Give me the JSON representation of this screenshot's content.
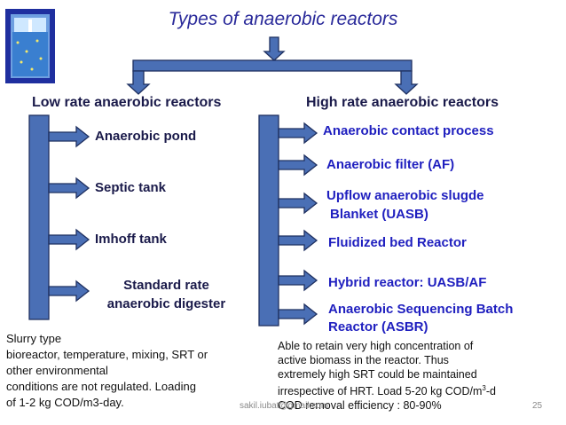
{
  "title": "Types of anaerobic reactors",
  "colors": {
    "title": "#2a2a9a",
    "arrow_fill": "#4a6fb5",
    "arrow_stroke": "#1f3060",
    "high_text": "#1f1fbf"
  },
  "icon": "reactor-logo-icon",
  "low_rate": {
    "header": "Low rate anaerobic reactors",
    "items": [
      "Anaerobic pond",
      "Septic tank",
      "Imhoff tank"
    ],
    "last_item_line1": "Standard rate",
    "last_item_line2": "anaerobic digester",
    "note": [
      "Slurry  type",
      "bioreactor, temperature, mixing, SRT or",
      "other  environmental",
      "conditions are not regulated. Loading",
      "of 1-2 kg COD/m3-day."
    ]
  },
  "high_rate": {
    "header": "High rate anaerobic reactors",
    "items": [
      "Anaerobic contact process",
      "Anaerobic filter (AF)",
      "Upflow anaerobic slugde",
      "Blanket (UASB)",
      "Fluidized bed Reactor",
      "Hybrid reactor: UASB/AF",
      "Anaerobic Sequencing Batch",
      "Reactor (ASBR)"
    ],
    "note": [
      "Able to retain very high  concentration of",
      "active  biomass  in  the  reactor.  Thus",
      "extremely high SRT  could be maintained",
      "irrespective of HRT. Load 5-20 kg COD/m",
      "COD removal efficiency : 80-90%"
    ],
    "note_superscript": "3",
    "note_line4_tail": "-d"
  },
  "footer": {
    "source": "sakil.iubat@gmail.com",
    "page": "25"
  }
}
